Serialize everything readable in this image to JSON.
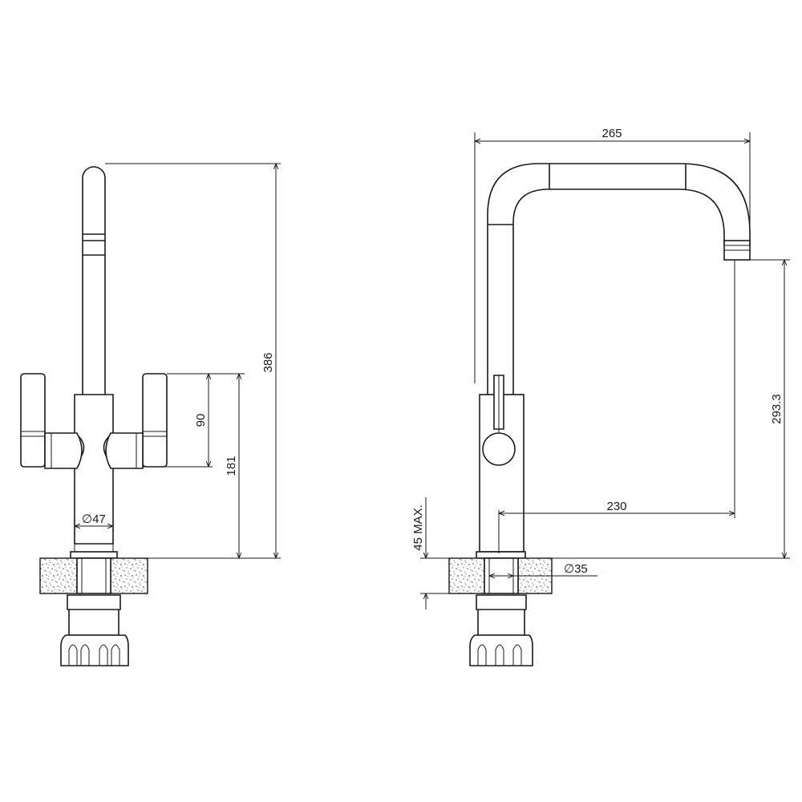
{
  "dimensions": {
    "front_total_height": "386",
    "front_lever_height": "90",
    "front_body_height": "181",
    "front_body_diameter": "47",
    "side_reach_outer": "265",
    "side_spout_height": "293.3",
    "side_reach_inner": "230",
    "side_deck_thickness": "45 MAX.",
    "side_shank_diameter": "35"
  },
  "symbols": {
    "diameter": "∅"
  },
  "colors": {
    "line": "#1a1a1a",
    "background": "#ffffff",
    "granite": "#555555"
  }
}
